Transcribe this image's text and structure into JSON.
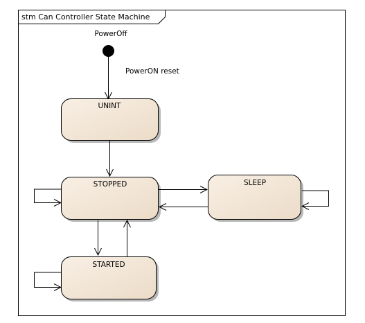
{
  "diagram": {
    "frame_label": "stm Can Controller State Machine",
    "initial": {
      "label": "PowerOff",
      "transition_label": "PowerON reset"
    },
    "states": {
      "unint": "UNINT",
      "stopped": "STOPPED",
      "sleep": "SLEEP",
      "started": "STARTED"
    }
  }
}
